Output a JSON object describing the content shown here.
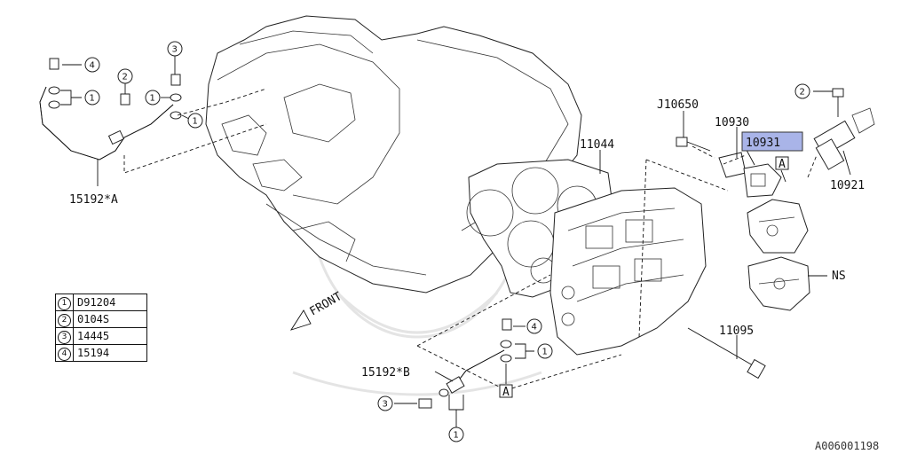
{
  "callouts": {
    "part_15192a": "15192*A",
    "part_15192b": "15192*B",
    "part_11044": "11044",
    "part_j10650": "J10650",
    "part_10930": "10930",
    "part_10931": "10931",
    "part_10921": "10921",
    "part_ns": "NS",
    "part_11095": "11095",
    "marker_a": "A",
    "front": "FRONT"
  },
  "highlight_color": "#a9b4e8",
  "legend": [
    {
      "key": "1",
      "value": "D91204"
    },
    {
      "key": "2",
      "value": "0104S"
    },
    {
      "key": "3",
      "value": "14445"
    },
    {
      "key": "4",
      "value": "15194"
    }
  ],
  "doc_id": "A006001198"
}
